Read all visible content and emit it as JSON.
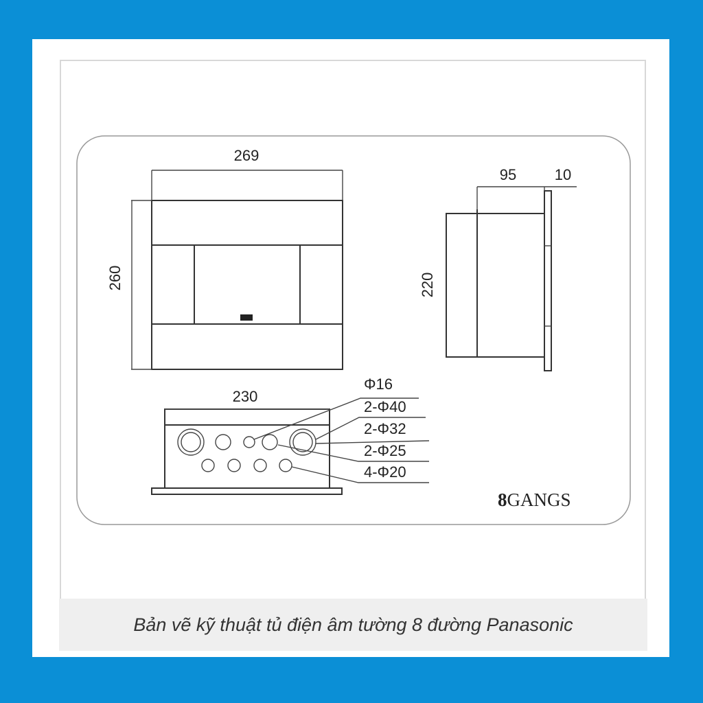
{
  "front_view": {
    "width_label": "269",
    "height_label": "260"
  },
  "side_view": {
    "depth_label": "95",
    "plate_label": "10",
    "height_label": "220"
  },
  "bottom_view": {
    "width_label": "230",
    "holes": [
      "Φ16",
      "2-Φ40",
      "2-Φ32",
      "2-Φ25",
      "4-Φ20"
    ]
  },
  "model_label": {
    "number": "8",
    "text": "GANGS"
  },
  "caption": "Bản vẽ kỹ thuật tủ điện âm tường 8 đường Panasonic",
  "colors": {
    "border": "#0b8fd6",
    "caption_bg": "#efefef"
  }
}
